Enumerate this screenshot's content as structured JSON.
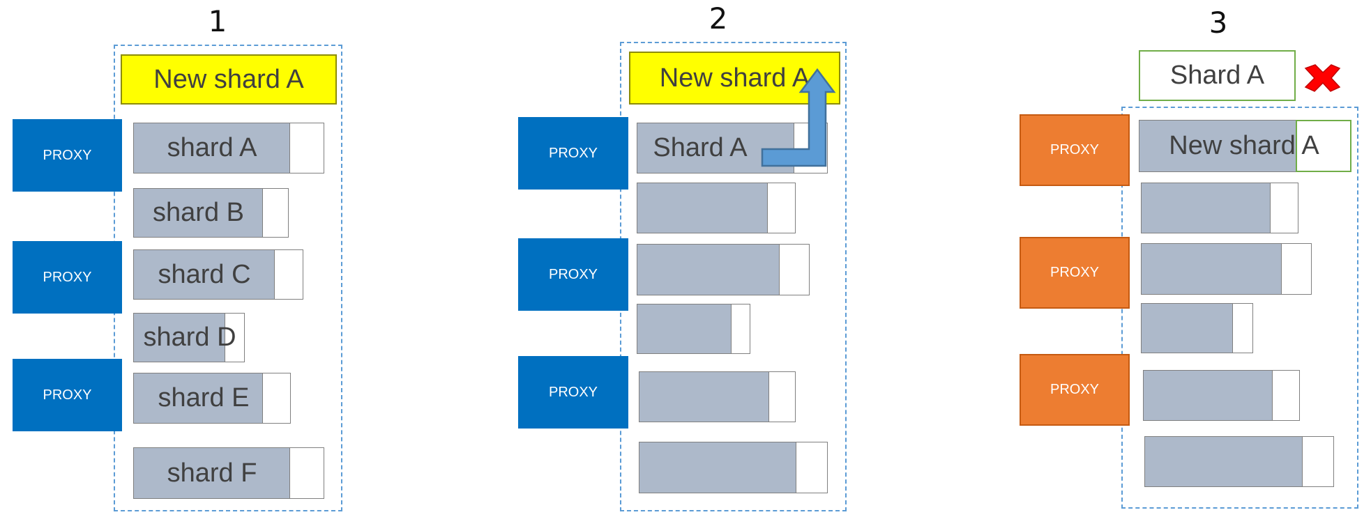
{
  "steps": [
    {
      "label": "1",
      "new_shard_label": "New shard A",
      "proxy_label": "PROXY",
      "shards": [
        "shard A",
        "shard B",
        "shard C",
        "shard D",
        "shard E",
        "shard F"
      ]
    },
    {
      "label": "2",
      "new_shard_label": "New shard A",
      "proxy_label": "PROXY",
      "shards": [
        "Shard A",
        "",
        "",
        "",
        "",
        ""
      ]
    },
    {
      "label": "3",
      "old_shard_label": "Shard A",
      "proxy_label": "PROXY",
      "new_shard_label": "New shard A"
    }
  ],
  "colors": {
    "proxy_blue": "#0070c0",
    "proxy_orange": "#ed7d31",
    "new_shard_yellow": "#ffff00",
    "shard_fill": "#adb9ca",
    "dashed_border": "#5b9bd5",
    "migration_arrow": "#5b9bd5",
    "remove_mark": "#ff0000",
    "green_outline": "#70ad47"
  },
  "icons": {
    "migration": "up-arrow-icon",
    "remove": "red-x-icon"
  }
}
